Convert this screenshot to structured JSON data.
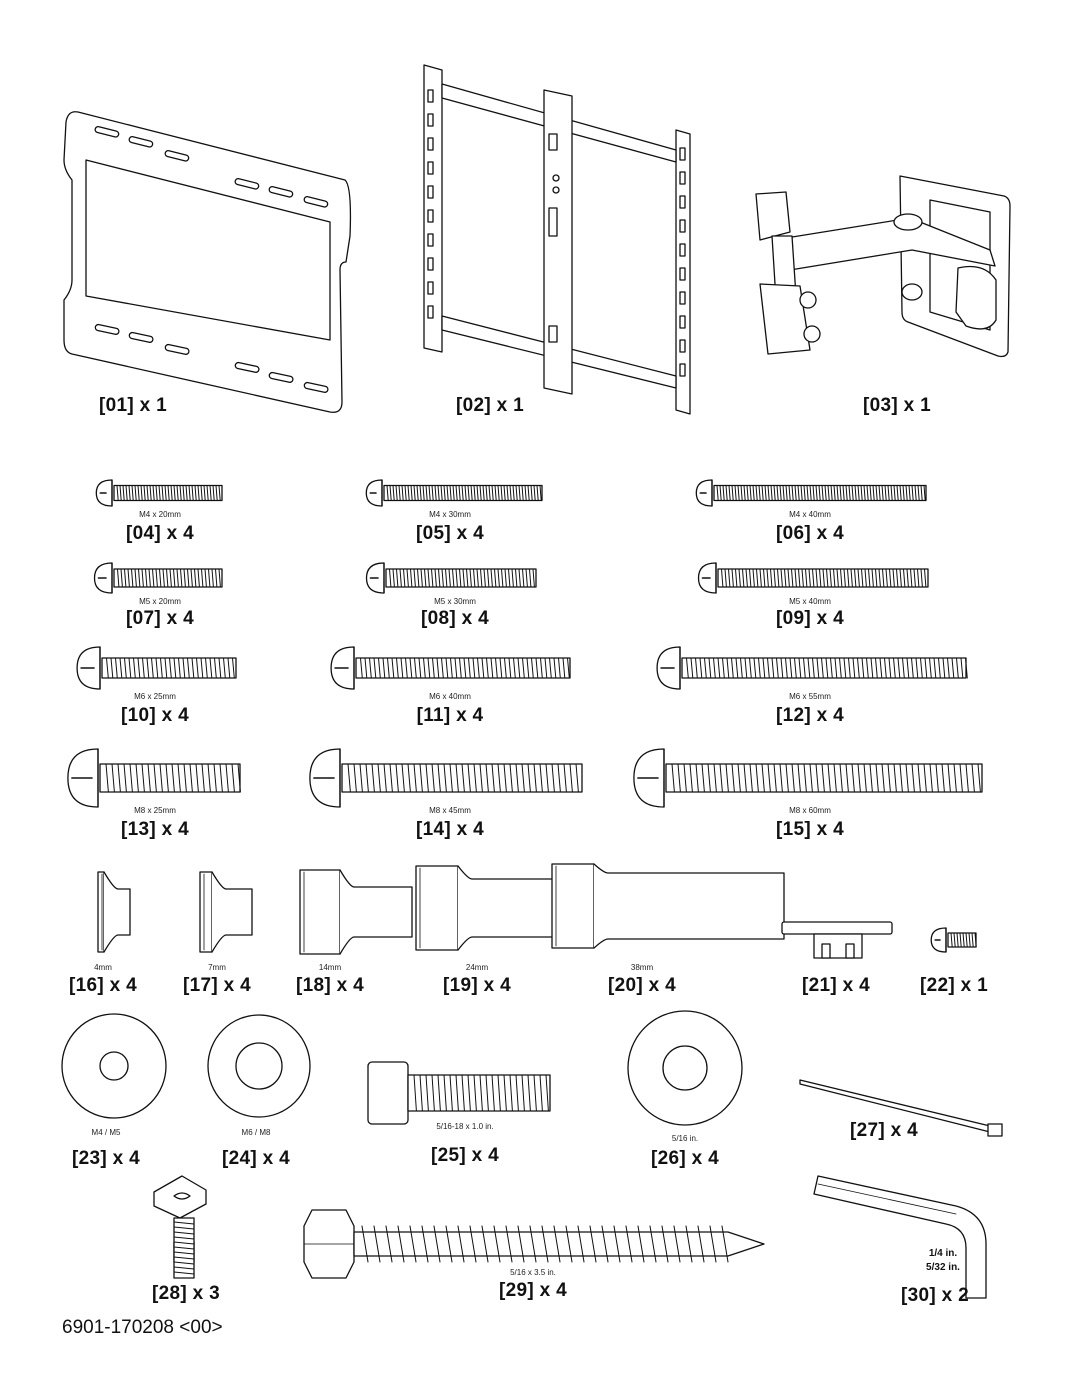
{
  "parts": [
    {
      "id": "01",
      "label": "[01] x 1",
      "spec": ""
    },
    {
      "id": "02",
      "label": "[02] x 1",
      "spec": ""
    },
    {
      "id": "03",
      "label": "[03] x 1",
      "spec": ""
    },
    {
      "id": "04",
      "label": "[04] x 4",
      "spec": "M4 x 20mm"
    },
    {
      "id": "05",
      "label": "[05] x 4",
      "spec": "M4 x 30mm"
    },
    {
      "id": "06",
      "label": "[06] x 4",
      "spec": "M4 x 40mm"
    },
    {
      "id": "07",
      "label": "[07] x 4",
      "spec": "M5 x 20mm"
    },
    {
      "id": "08",
      "label": "[08] x 4",
      "spec": "M5 x 30mm"
    },
    {
      "id": "09",
      "label": "[09] x 4",
      "spec": "M5 x 40mm"
    },
    {
      "id": "10",
      "label": "[10] x 4",
      "spec": "M6 x 25mm"
    },
    {
      "id": "11",
      "label": "[11] x 4",
      "spec": "M6 x 40mm"
    },
    {
      "id": "12",
      "label": "[12] x 4",
      "spec": "M6 x 55mm"
    },
    {
      "id": "13",
      "label": "[13] x 4",
      "spec": "M8 x 25mm"
    },
    {
      "id": "14",
      "label": "[14] x 4",
      "spec": "M8 x 45mm"
    },
    {
      "id": "15",
      "label": "[15] x 4",
      "spec": "M8 x 60mm"
    },
    {
      "id": "16",
      "label": "[16] x 4",
      "spec": "4mm"
    },
    {
      "id": "17",
      "label": "[17] x 4",
      "spec": "7mm"
    },
    {
      "id": "18",
      "label": "[18] x 4",
      "spec": "14mm"
    },
    {
      "id": "19",
      "label": "[19] x 4",
      "spec": "24mm"
    },
    {
      "id": "20",
      "label": "[20] x 4",
      "spec": "38mm"
    },
    {
      "id": "21",
      "label": "[21] x 4",
      "spec": ""
    },
    {
      "id": "22",
      "label": "[22] x 1",
      "spec": ""
    },
    {
      "id": "23",
      "label": "[23] x 4",
      "spec": "M4 / M5"
    },
    {
      "id": "24",
      "label": "[24] x 4",
      "spec": "M6 / M8"
    },
    {
      "id": "25",
      "label": "[25] x 4",
      "spec": "5/16-18 x 1.0 in."
    },
    {
      "id": "26",
      "label": "[26] x 4",
      "spec": "5/16 in."
    },
    {
      "id": "27",
      "label": "[27] x 4",
      "spec": ""
    },
    {
      "id": "28",
      "label": "[28] x 3",
      "spec": ""
    },
    {
      "id": "29",
      "label": "[29] x 4",
      "spec": "5/16 x 3.5 in."
    },
    {
      "id": "30",
      "label": "[30] x 2",
      "spec": "1/4 in.",
      "spec2": "5/32 in."
    }
  ],
  "part_number": "6901-170208 <00>"
}
